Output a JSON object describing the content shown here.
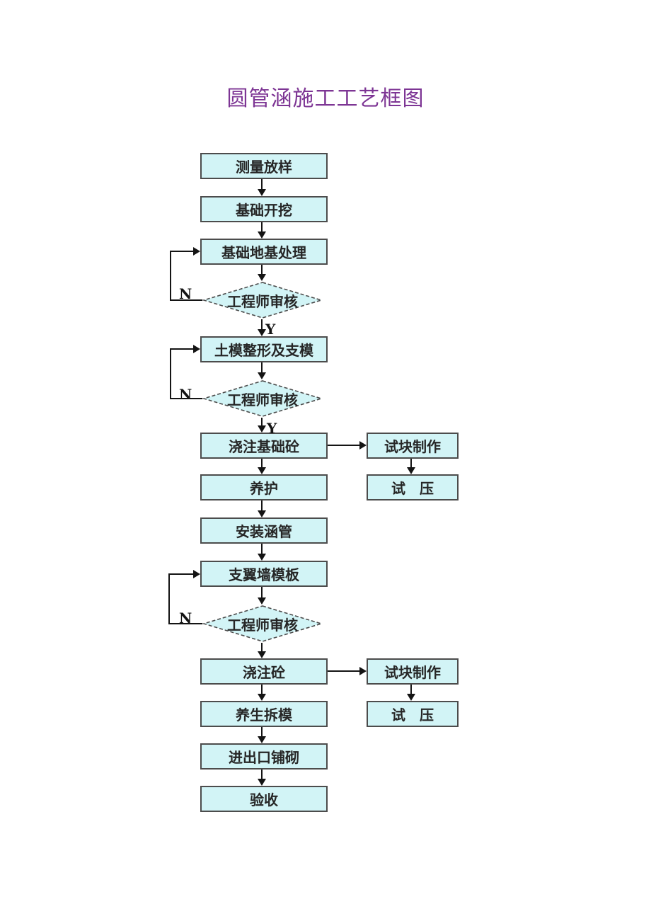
{
  "title": "圆管涵施工工艺框图",
  "flow": {
    "survey_layout": "测量放样",
    "foundation_excavation": "基础开挖",
    "foundation_ground_treatment": "基础地基处理",
    "engineer_review_1": "工程师审核",
    "soil_mold_shaping_formwork": "土模整形及支模",
    "engineer_review_2": "工程师审核",
    "pour_foundation_concrete": "浇注基础砼",
    "test_block_making_1": "试块制作",
    "curing": "养护",
    "pressure_test_1": "试　压",
    "install_culvert_pipe": "安装涵管",
    "wing_wall_formwork": "支翼墙模板",
    "engineer_review_3": "工程师审核",
    "pour_concrete": "浇注砼",
    "test_block_making_2": "试块制作",
    "curing_form_removal": "养生拆模",
    "pressure_test_2": "试　压",
    "inlet_outlet_paving": "进出口铺砌",
    "acceptance": "验收"
  },
  "branch": {
    "no": "N",
    "yes": "Y"
  },
  "colors": {
    "node_fill": "#d2f4f6",
    "node_border": "#4c4c4c",
    "arrow": "#141414",
    "text": "#262626",
    "title": "#7d3594"
  }
}
